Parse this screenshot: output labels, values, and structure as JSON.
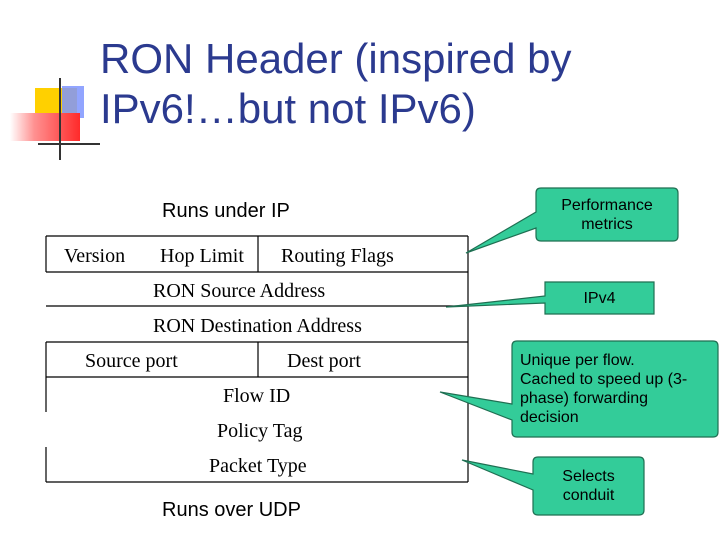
{
  "slide": {
    "title": "RON Header (inspired by IPv6!…but not IPv6)"
  },
  "header_table": {
    "top_caption": "Runs under IP",
    "bottom_caption": "Runs over UDP",
    "rows": {
      "version": "Version",
      "hop_limit": "Hop Limit",
      "routing_flags": "Routing Flags",
      "source_address": "RON Source Address",
      "destination_address": "RON Destination Address",
      "source_port": "Source port",
      "dest_port": "Dest port",
      "flow_id": "Flow ID",
      "policy_tag": "Policy Tag",
      "packet_type": "Packet Type"
    }
  },
  "callouts": {
    "performance": "Performance metrics",
    "ipv4": "IPv4",
    "flow": "Unique per flow. Cached to speed up (3-phase) forwarding decision",
    "conduit": "Selects conduit"
  },
  "colors": {
    "title": "#2b3a8f",
    "callout_fill": "#33cc99",
    "callout_border": "#1f6f52",
    "table_lines": "#000000",
    "deco_yellow": "#ffd000",
    "deco_red": "#ff3b3b",
    "deco_blue": "#6f86ff"
  }
}
